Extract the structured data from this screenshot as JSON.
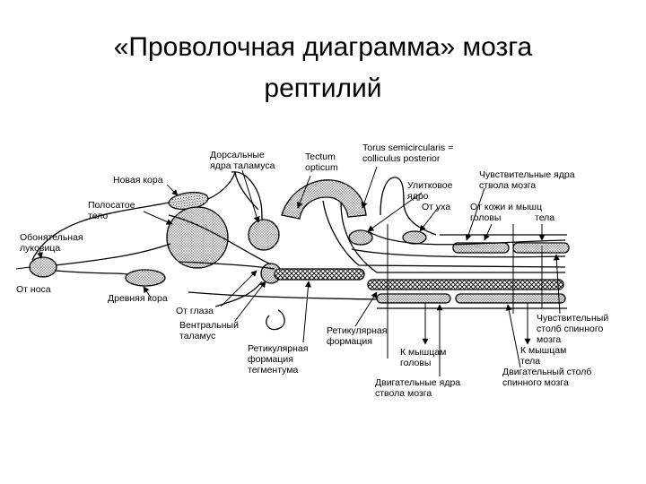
{
  "title": {
    "line1": "«Проволочная диаграмма» мозга",
    "line2": "рептилий"
  },
  "labels": {
    "dorsal_thalamus": [
      "Дорсальные",
      "ядра таламуса"
    ],
    "tectum": [
      "Tectum",
      "opticum"
    ],
    "torus": [
      "Torus semicircularis =",
      "colliculus posterior"
    ],
    "neocortex": [
      "Новая кора"
    ],
    "striatum": [
      "Полосатое",
      "тело"
    ],
    "cochlear": [
      "Улитковое",
      "ядро"
    ],
    "sensory_brainstem": [
      "Чувствительные ядра",
      "ствола мозга"
    ],
    "from_ear": [
      "От уха"
    ],
    "from_skin": [
      "От кожи и мышц",
      "головы"
    ],
    "body1": [
      "тела"
    ],
    "olfactory_bulb": [
      "Обонятельная",
      "луковица"
    ],
    "from_nose": [
      "От носа"
    ],
    "paleocortex": [
      "Древняя кора"
    ],
    "from_eye": [
      "От глаза"
    ],
    "ventral_thalamus": [
      "Вентральный",
      "таламус"
    ],
    "reticular_formation": [
      "Ретикулярная",
      "формация"
    ],
    "reticular_tegmentum": [
      "Ретикулярная",
      "формация",
      "тегментума"
    ],
    "to_head_muscles": [
      "К мышцам",
      "головы"
    ],
    "sensory_spinal": [
      "Чувствительный",
      "столб спинного",
      "мозга"
    ],
    "to_body_muscles": [
      "К мышцам",
      "тела"
    ],
    "motor_brainstem": [
      "Двигательные ядра",
      "ствола мозга"
    ],
    "motor_spinal": [
      "Двигательный столб",
      "спинного мозга"
    ]
  },
  "colors": {
    "ink": "#000000",
    "stipple": "#000000",
    "paper": "#ffffff"
  }
}
